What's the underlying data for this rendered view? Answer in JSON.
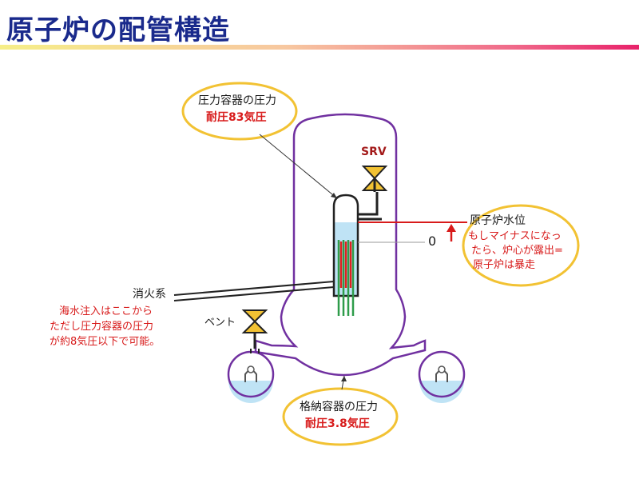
{
  "title": "原子炉の配管構造",
  "labels": {
    "rpv_pressure": "圧力容器の圧力",
    "rpv_rating": "耐圧83気圧",
    "srv": "SRV",
    "water_level": "原子炉水位",
    "zero": "0",
    "level_note": [
      "もしマイナスになっ",
      "たら、炉心が露出=",
      "原子炉は暴走"
    ],
    "fire_line": "消火系",
    "fire_note": [
      "海水注入はここから",
      "ただし圧力容器の圧力",
      "が約8気圧以下で可能。"
    ],
    "vent": "ベント",
    "pcv_pressure": "格納容器の圧力",
    "pcv_rating": "耐圧3.8気圧"
  },
  "colors": {
    "title": "#1a2a8c",
    "containment": "#7030a0",
    "callout": "#f2c233",
    "red": "#d81b1b",
    "water": "#bfe3f5",
    "fuel": "#2e9c4a"
  }
}
